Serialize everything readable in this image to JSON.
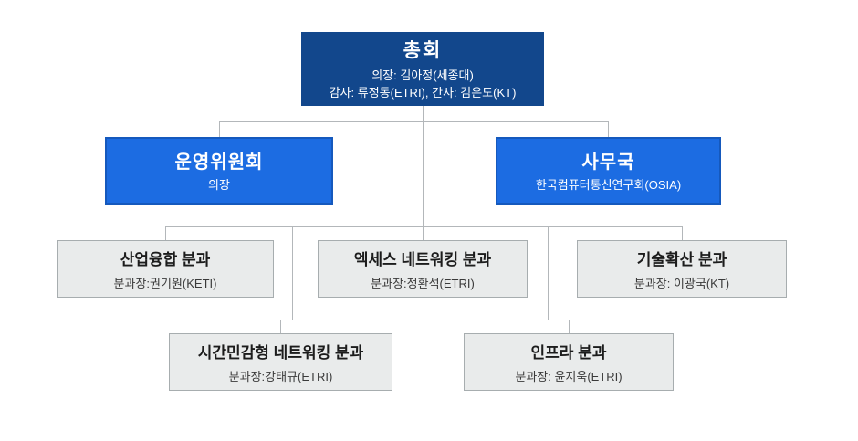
{
  "chart": {
    "assembly": {
      "title": "총회",
      "line1": "의장: 김아정(세종대)",
      "line2": "감사: 류정동(ETRI), 간사: 김은도(KT)"
    },
    "committee": {
      "title": "운영위원회",
      "subtitle": "의장"
    },
    "secretariat": {
      "title": "사무국",
      "subtitle": "한국컴퓨터통신연구회(OSIA)"
    },
    "divisions": [
      {
        "title": "산업융합 분과",
        "lead": "분과장:권기원(KETI)"
      },
      {
        "title": "엑세스 네트워킹 분과",
        "lead": "분과장:정환석(ETRI)"
      },
      {
        "title": "기술확산 분과",
        "lead": "분과장: 이광국(KT)"
      },
      {
        "title": "시간민감형 네트워킹 분과",
        "lead": "분과장:강태규(ETRI)"
      },
      {
        "title": "인프라 분과",
        "lead": "분과장: 윤지욱(ETRI)"
      }
    ]
  },
  "colors": {
    "navy": "#12478c",
    "blue": "#1c6ce2",
    "blue_border": "#1559bd",
    "box_gray": "#e9ebeb",
    "border_gray": "#a7adaf",
    "line": "#b3b7ba"
  }
}
